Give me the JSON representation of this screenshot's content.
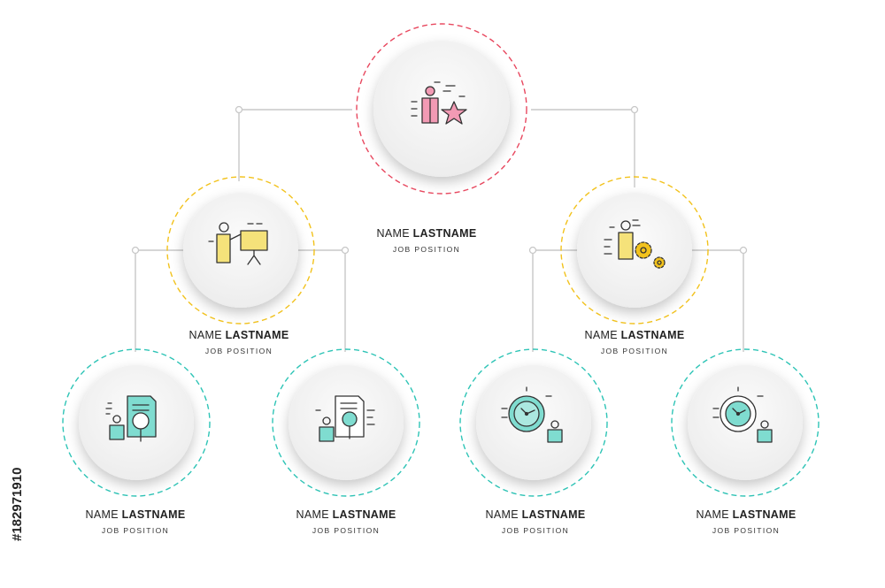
{
  "colors": {
    "red": "#e8485f",
    "yellow": "#f2c21c",
    "teal": "#2ec4b6",
    "connector": "#c8c8c8",
    "node_fill": "#f3f3f3",
    "pink": "#f29ab4",
    "icon_yellow": "#f5e27a",
    "icon_teal": "#7fdcd0"
  },
  "nodes": [
    {
      "first": "NAME",
      "last": "LASTNAME",
      "position": "JOB POSITION",
      "icon": "person-star-icon",
      "ring": "red"
    },
    {
      "first": "NAME",
      "last": "LASTNAME",
      "position": "JOB POSITION",
      "icon": "presentation-icon",
      "ring": "yellow"
    },
    {
      "first": "NAME",
      "last": "LASTNAME",
      "position": "JOB POSITION",
      "icon": "person-gears-icon",
      "ring": "yellow"
    },
    {
      "first": "NAME",
      "last": "LASTNAME",
      "position": "JOB POSITION",
      "icon": "document-search-icon",
      "ring": "teal"
    },
    {
      "first": "NAME",
      "last": "LASTNAME",
      "position": "JOB POSITION",
      "icon": "document-search-icon",
      "ring": "teal"
    },
    {
      "first": "NAME",
      "last": "LASTNAME",
      "position": "JOB POSITION",
      "icon": "clock-person-icon",
      "ring": "teal"
    },
    {
      "first": "NAME",
      "last": "LASTNAME",
      "position": "JOB POSITION",
      "icon": "clock-person-icon",
      "ring": "teal"
    }
  ],
  "stock_id": "#182971910"
}
